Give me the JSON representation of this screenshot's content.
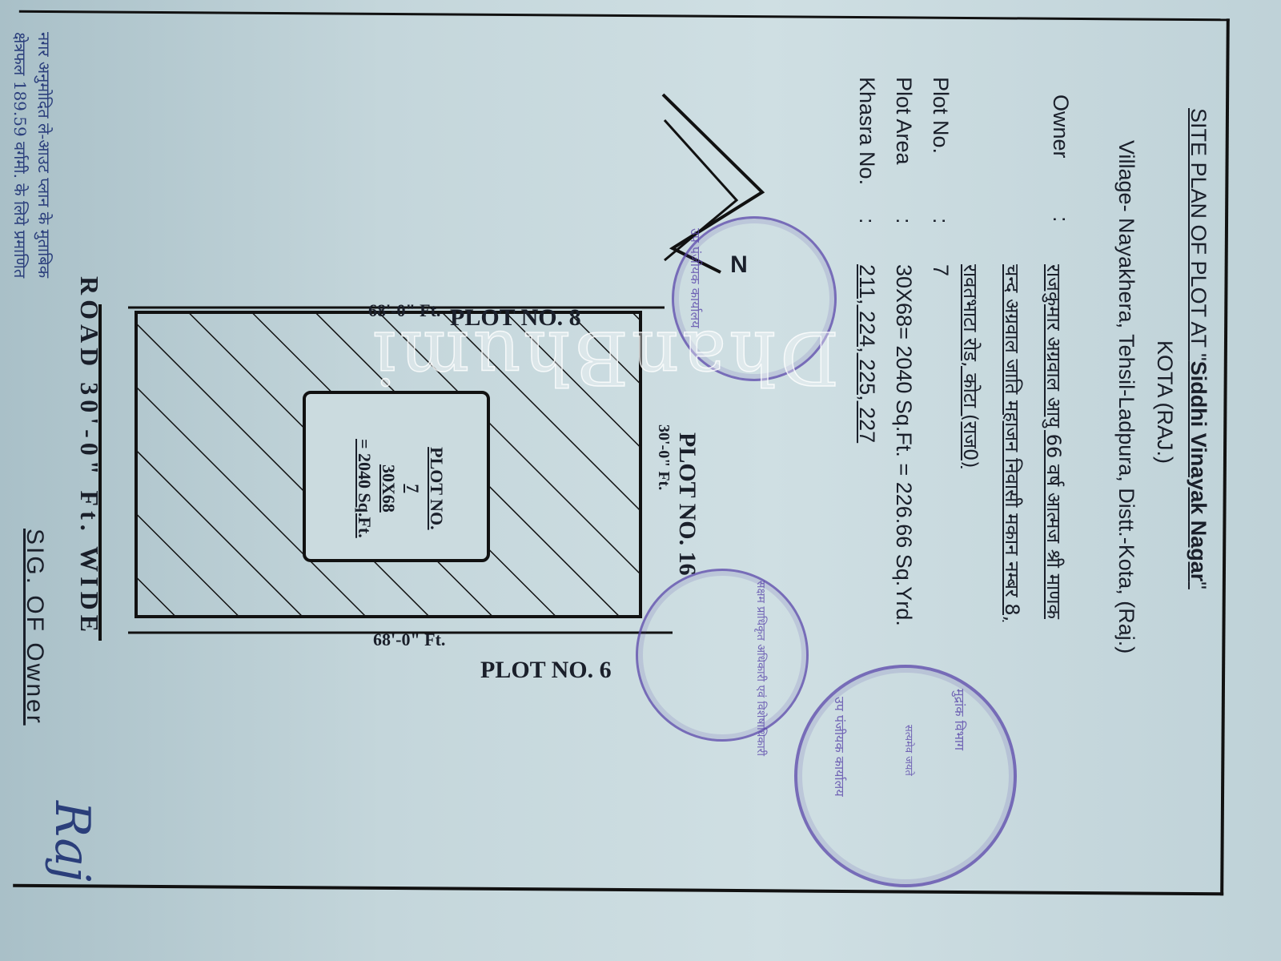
{
  "heading": {
    "title_prefix": "SITE PLAN OF PLOT AT \"",
    "title_name": "Siddhi Vinayak Nagar",
    "title_suffix": "\"",
    "city": "KOTA (RAJ.)",
    "location": "Village- Nayakhera, Tehsil-Ladpura, Distt.-Kota, (Raj.)"
  },
  "details": {
    "owner_label": "Owner",
    "owner_line1": "राजकुमार अग्रवाल आयु 66 वर्ष आत्मज श्री माणक",
    "owner_line2": "चन्द अग्रवाल जाति महाजन निवासी मकान नम्बर 8,",
    "owner_line3": "रावतभाटा रोड, कोटा (राज0)",
    "plot_no_label": "Plot No.",
    "plot_no_value": "7",
    "plot_area_label": "Plot Area",
    "plot_area_value": "30X68= 2040 Sq.Ft. = 226.66 Sq.Yrd.",
    "khasra_label": "Khasra No.",
    "khasra_value": "211, 224, 225, 227",
    "colon": ":"
  },
  "north": {
    "label": "N"
  },
  "plan": {
    "plot_top": "PLOT  NO.  8",
    "plot_bottom": "PLOT  NO.  6",
    "plot_right": "PLOT  NO.  16",
    "dim_top": "68'-0\" Ft.",
    "dim_bottom": "68'-0\" Ft.",
    "dim_side": "30'-0\" Ft.",
    "inner_plot": "PLOT NO.",
    "inner_no": "7",
    "inner_size": "30X68",
    "inner_area": "= 2040 Sq.Ft.",
    "road": "ROAD 30'-0\" Ft. WIDE"
  },
  "signature": {
    "label": "SIG.  OF  Owner",
    "handwriting": "Raj"
  },
  "watermark": "DhanBhumi",
  "margin_note": {
    "line1": "नगर अनुमोदित ले-आउट प्लान के मुताबिक",
    "line2": "क्षेत्रफल 189.59 वर्गमी. के लिये प्रमाणित"
  },
  "stamps": {
    "stamp1": "उप पंजीयक कार्यालय",
    "stamp2": "सक्षम प्राधिकृत अधिकारी एवं विशेषाधिकारी",
    "stamp3_top": "मुद्रांक विभाग",
    "stamp3_bottom": "उप पंजीयक कार्यालय",
    "stamp3_center": "सत्यमेव जयते"
  },
  "colors": {
    "stamp": "#5a46aa",
    "ink": "#1a1f2a",
    "paper": "#c9dadf"
  }
}
